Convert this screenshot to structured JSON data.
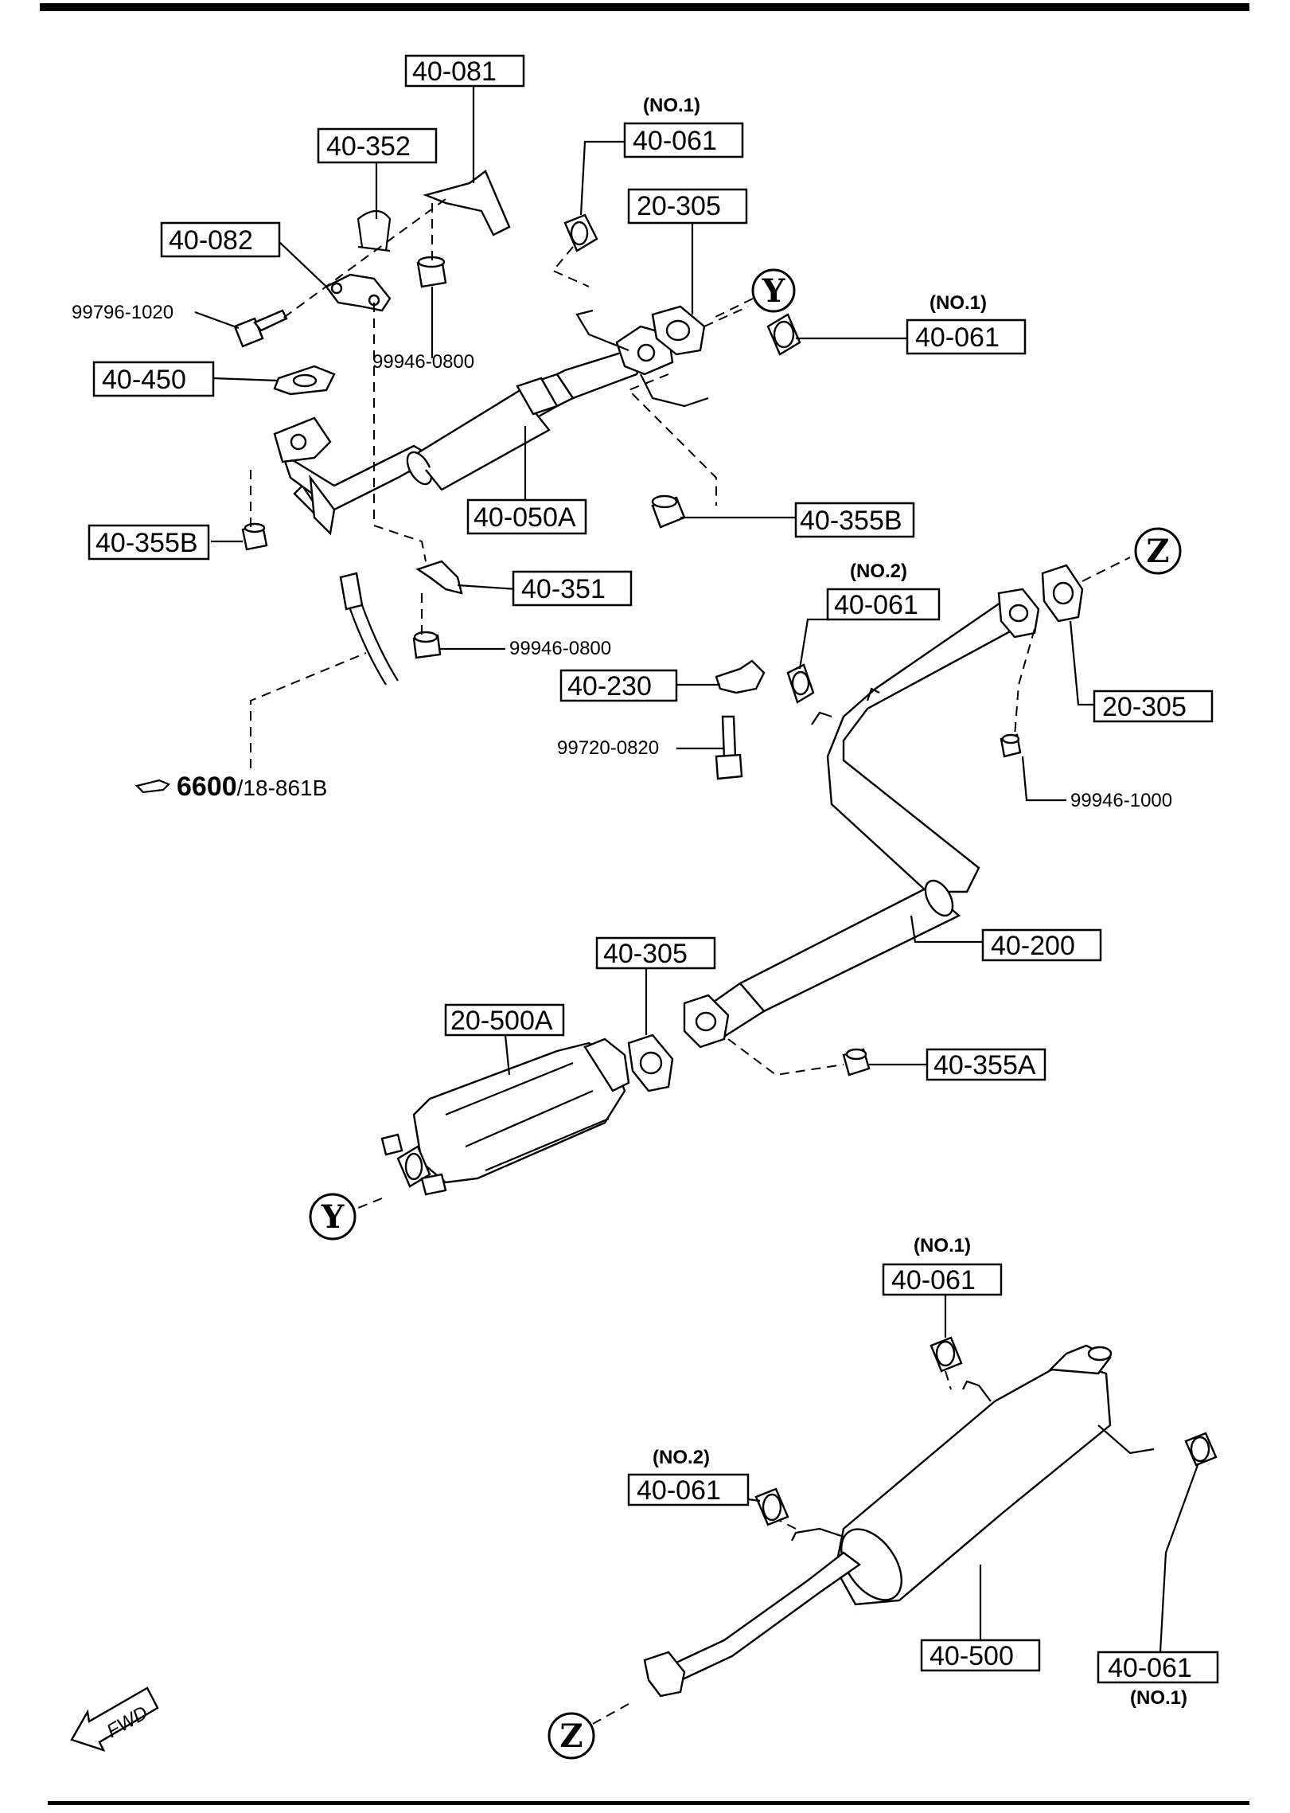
{
  "diagram": {
    "part_labels": {
      "p40_081": "40-081",
      "p40_352": "40-352",
      "p40_082": "40-082",
      "p40_450": "40-450",
      "p40_355B_left": "40-355B",
      "p40_050A": "40-050A",
      "p40_351": "40-351",
      "p40_061_top": "40-061",
      "p20_305_top": "20-305",
      "p40_061_right": "40-061",
      "p40_355B_mid": "40-355B",
      "p40_061_no2": "40-061",
      "p40_230": "40-230",
      "p20_305_right": "20-305",
      "p40_200": "40-200",
      "p40_305": "40-305",
      "p20_500A": "20-500A",
      "p40_355A": "40-355A",
      "p40_061_lower": "40-061",
      "p40_061_lower_no2": "40-061",
      "p40_500": "40-500",
      "p40_061_bottom": "40-061"
    },
    "small_labels": {
      "s99796_1020": "99796-1020",
      "s99946_0800_top": "99946-0800",
      "s99946_0800_mid": "99946-0800",
      "s99720_0820": "99720-0820",
      "s99946_1000": "99946-1000"
    },
    "qualifiers": {
      "no1_top": "(NO.1)",
      "no1_right": "(NO.1)",
      "no2_mid": "(NO.2)",
      "no1_lower": "(NO.1)",
      "no2_lower": "(NO.2)",
      "no1_bottom": "(NO.1)"
    },
    "connectors": {
      "y_top": "Y",
      "z_top": "Z",
      "y_bottom": "Y",
      "z_bottom": "Z"
    },
    "reference": {
      "bold": "6600",
      "rest": "/18-861B"
    },
    "fwd": "FWD"
  }
}
